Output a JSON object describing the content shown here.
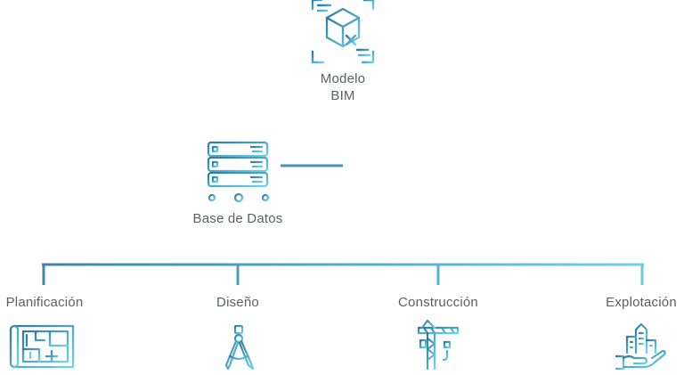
{
  "root": {
    "label_line1": "Modelo",
    "label_line2": "BIM",
    "icon": "cube-scan-icon"
  },
  "database": {
    "label": "Base de Datos",
    "icon": "server-database-icon"
  },
  "phases": [
    {
      "label": "Planificación",
      "icon": "blueprint-plan-icon"
    },
    {
      "label": "Diseño",
      "icon": "drafting-compass-icon"
    },
    {
      "label": "Construcción",
      "icon": "tower-crane-icon"
    },
    {
      "label": "Explotación",
      "icon": "hand-building-icon"
    }
  ],
  "colors": {
    "gradient_start": "#2f7a9e",
    "gradient_end": "#6fd3ee",
    "text": "#5a6066"
  }
}
